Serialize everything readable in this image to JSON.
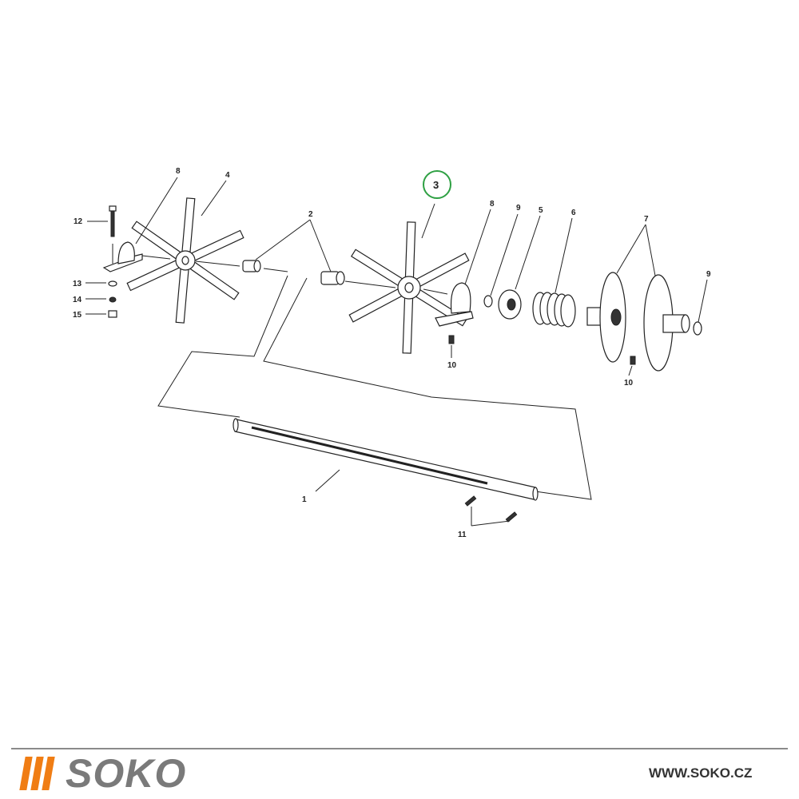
{
  "diagram": {
    "callouts": {
      "c8a": "8",
      "c4": "4",
      "c12": "12",
      "c13": "13",
      "c14": "14",
      "c15": "15",
      "c2": "2",
      "c3": "3",
      "c8b": "8",
      "c9a": "9",
      "c5": "5",
      "c6": "6",
      "c7": "7",
      "c9b": "9",
      "c10a": "10",
      "c10b": "10",
      "c1": "1",
      "c11": "11"
    },
    "highlight_color": "#2ea043"
  },
  "footer": {
    "brand": "SOKO",
    "brand_color": "#f07d14",
    "url": "WWW.SOKO.CZ"
  }
}
